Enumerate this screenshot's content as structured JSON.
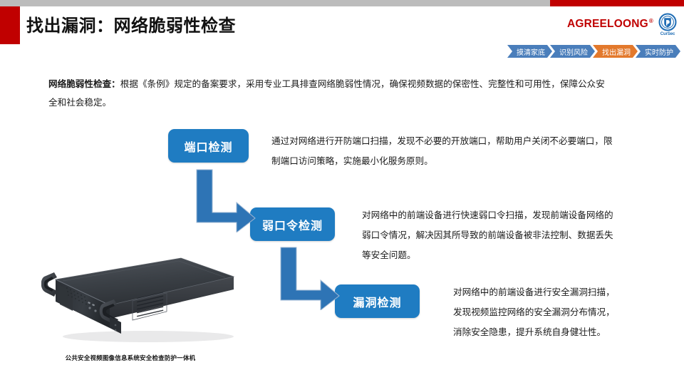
{
  "header": {
    "title": "找出漏洞：网络脆弱性检查",
    "accent_color": "#c00000",
    "band_grey": "#bcbcbc",
    "band_red": "#c00000"
  },
  "brand": {
    "name": "AGREELOONG",
    "registered_mark": "®",
    "mark_label": "CurSec",
    "name_color": "#c00000",
    "mark_color": "#1f6db5"
  },
  "steps": {
    "active_color": "#e3792c",
    "inactive_color": "#4a7ebb",
    "items": [
      {
        "label": "摸清家底",
        "active": false
      },
      {
        "label": "识别风险",
        "active": false
      },
      {
        "label": "找出漏洞",
        "active": true
      },
      {
        "label": "实时防护",
        "active": false
      }
    ]
  },
  "intro": {
    "lead": "网络脆弱性检查：",
    "body": "根据《条例》规定的备案要求，采用专业工具排查网络脆弱性情况，确保视频数据的保密性、完整性和可用性，保障公众安全和社会稳定。"
  },
  "features": {
    "chip_color": "#1f7cc2",
    "arrow_color": "#2e74b5",
    "items": [
      {
        "label": "端口检测",
        "description": "通过对网络进行开防端口扫描，发现不必要的开放端口，帮助用户关闭不必要端口，限制端口访问策略，实施最小化服务原则。"
      },
      {
        "label": "弱口令检测",
        "description": "对网络中的前端设备进行快速弱口令扫描，发现前端设备网络的弱口令情况，解决因其所导致的前端设备被非法控制、数据丢失等安全问题。"
      },
      {
        "label": "漏洞检测",
        "description": "对网络中的前端设备进行安全漏洞扫描，发现视频监控网络的安全漏洞分布情况，消除安全隐患，提升系统自身健壮性。"
      }
    ]
  },
  "device": {
    "caption": "公共安全视频图像信息系统安全检查防护一体机",
    "alt_name": "rack-mount-server"
  }
}
